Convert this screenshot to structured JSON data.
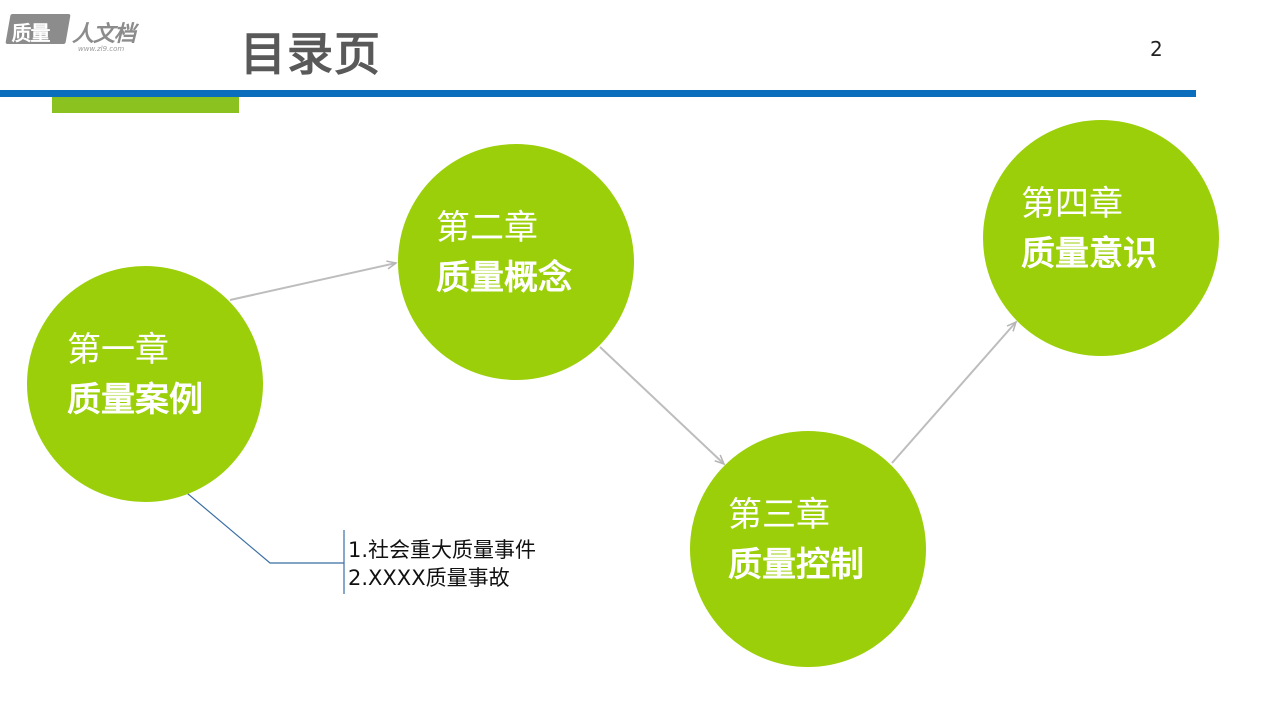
{
  "logo": {
    "mark": "质量",
    "rest": "人文档",
    "url": "www.zl9.com"
  },
  "title": "目录页",
  "page_number": "2",
  "chapters": [
    {
      "chapter": "第一章",
      "name": "质量案例"
    },
    {
      "chapter": "第二章",
      "name": "质量概念"
    },
    {
      "chapter": "第三章",
      "name": "质量控制"
    },
    {
      "chapter": "第四章",
      "name": "质量意识"
    }
  ],
  "callout": {
    "items": [
      "1.社会重大质量事件",
      "2.XXXX质量事故"
    ]
  },
  "colors": {
    "circle": "#9bcf0a",
    "rule_blue": "#0a6ebd",
    "tab_green": "#8cc21f",
    "title_gray": "#595959"
  }
}
